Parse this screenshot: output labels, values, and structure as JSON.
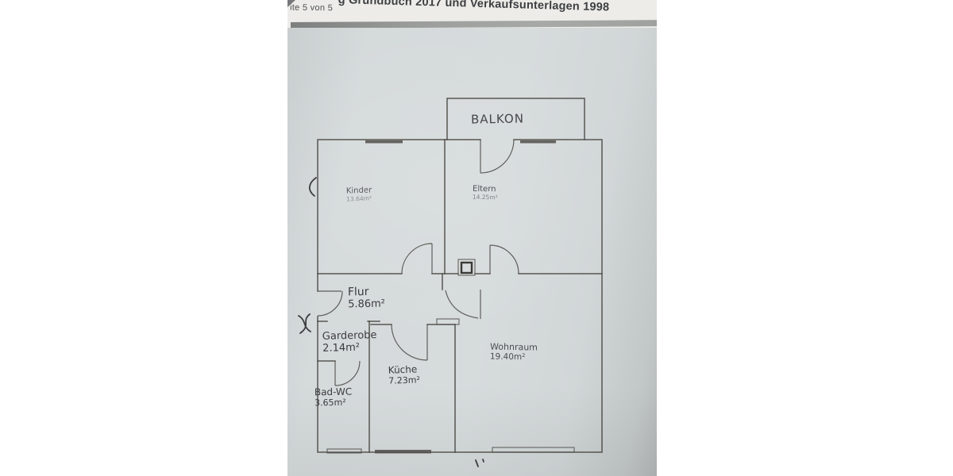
{
  "header": {
    "page_indicator": "ite 5 von 5",
    "title": "g Grundbuch 2017 und Verkaufsunterlagen 1998"
  },
  "floor_plan": {
    "balcony_label": "BALKON",
    "rooms": [
      {
        "name": "Kinder",
        "area": "13.64m²"
      },
      {
        "name": "Eltern",
        "area": "14.25m²"
      },
      {
        "name": "Flur",
        "area": "5.86m²"
      },
      {
        "name": "Garderobe",
        "area": "2.14m²"
      },
      {
        "name": "Küche",
        "area": "7.23m²"
      },
      {
        "name": "Bad-WC",
        "area": "3.65m²"
      },
      {
        "name": "Wohnraum",
        "area": "19.40m²"
      }
    ]
  },
  "colors": {
    "paper": "#edece8",
    "scan_page": "#d5dadb",
    "ink": "#45443f"
  }
}
